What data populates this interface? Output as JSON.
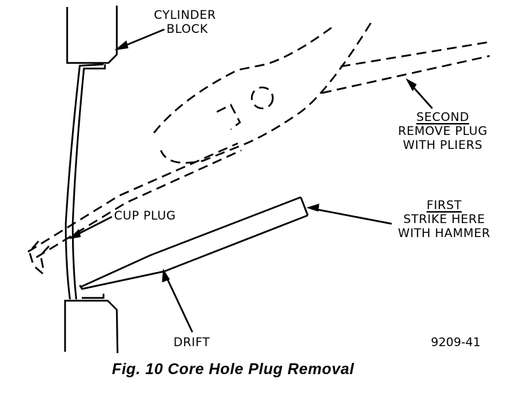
{
  "figure": {
    "caption": "Fig. 10 Core Hole Plug Removal",
    "figure_number": "9209-41"
  },
  "labels": {
    "cylinder_block": [
      "CYLINDER",
      "BLOCK"
    ],
    "second": {
      "heading": "SECOND",
      "lines": [
        "REMOVE PLUG",
        "WITH PLIERS"
      ]
    },
    "cup_plug": "CUP PLUG",
    "first": {
      "heading": "FIRST",
      "lines": [
        "STRIKE HERE",
        "WITH HAMMER"
      ]
    },
    "drift": "DRIFT"
  }
}
